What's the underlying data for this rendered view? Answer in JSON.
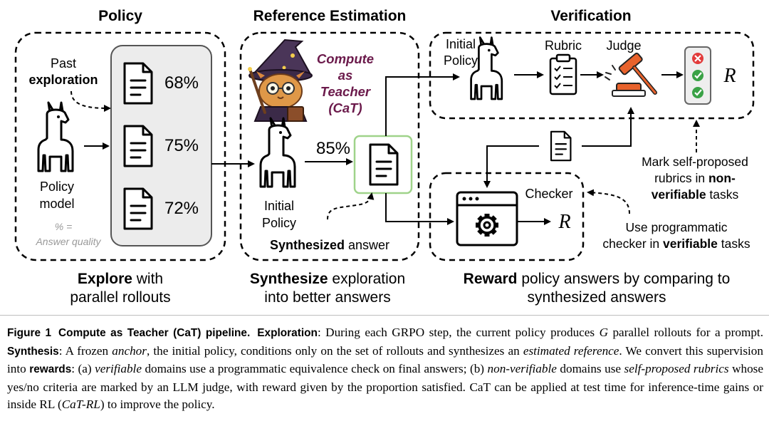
{
  "titles": {
    "policy": "Policy",
    "reference": "Reference Estimation",
    "verification": "Verification"
  },
  "policy_panel": {
    "past": "Past",
    "exploration": "exploration",
    "model_line1": "Policy",
    "model_line2": "model",
    "quality_line1": "% =",
    "quality_line2": "Answer quality",
    "rollouts": [
      "68%",
      "75%",
      "72%"
    ],
    "bottom_bold": "Explore",
    "bottom_rest": " with",
    "bottom_line2": "parallel rollouts"
  },
  "reference_panel": {
    "cat_line1": "Compute",
    "cat_line2": "as",
    "cat_line3": "Teacher",
    "cat_line4": "(CaT)",
    "percent": "85%",
    "initial_line1": "Initial",
    "initial_line2": "Policy",
    "synth_bold": "Synthesized",
    "synth_rest": " answer",
    "bottom_bold": "Synthesize",
    "bottom_rest": " exploration",
    "bottom_line2": "into better answers"
  },
  "verification_panel": {
    "initial_line1": "Initial",
    "initial_line2": "Policy",
    "rubric": "Rubric",
    "judge": "Judge",
    "reward_symbol": "R",
    "checker": "Checker",
    "checker_reward": "R",
    "mark_line1": "Mark self-proposed",
    "mark_line2_pre": "rubrics in ",
    "mark_line2_bold": "non-",
    "mark_line3_bold": "verifiable",
    "mark_line3_rest": " tasks",
    "use_line1": "Use programmatic",
    "use_line2_pre": "checker in ",
    "use_line2_bold": "verifiable",
    "use_line2_rest": " tasks",
    "bottom_bold": "Reward",
    "bottom_rest": " policy answers by comparing to",
    "bottom_line2": "synthesized answers"
  },
  "caption": {
    "label": "Figure 1",
    "title": "Compute as Teacher (CaT) pipeline.",
    "p1_head": "Exploration",
    "p1_a": ": During each GRPO step, the current policy produces ",
    "p1_g": "G",
    "p1_b": " parallel rollouts for a prompt. ",
    "p2_head": "Synthesis",
    "p2_a": ": A frozen ",
    "p2_anchor": "anchor",
    "p2_b": ", the initial policy, conditions only on the set of rollouts and synthesizes an ",
    "p2_est": "estimated reference",
    "p2_c": ". We convert this supervision into ",
    "p3_head": "rewards",
    "p3_a": ": (a) ",
    "p3_ver": "verifiable",
    "p3_b": " domains use a programmatic equivalence check on final answers; (b) ",
    "p3_nonver": "non-verifiable",
    "p3_c": " domains use ",
    "p3_rubrics": "self-proposed rubrics",
    "p3_d": " whose yes/no criteria are marked by an LLM judge, with reward given by the proportion satisfied. CaT can be applied at test time for inference-time gains or inside RL (",
    "p3_catrl": "CaT-RL",
    "p3_e": ") to improve the policy."
  },
  "colors": {
    "cat_text": "#6b1a4b",
    "rollout_panel": "#ececec",
    "synth_border": "#9fd38a",
    "judge_orange": "#e8622c",
    "check_green": "#3aa246",
    "cross_red": "#e23b3b"
  }
}
